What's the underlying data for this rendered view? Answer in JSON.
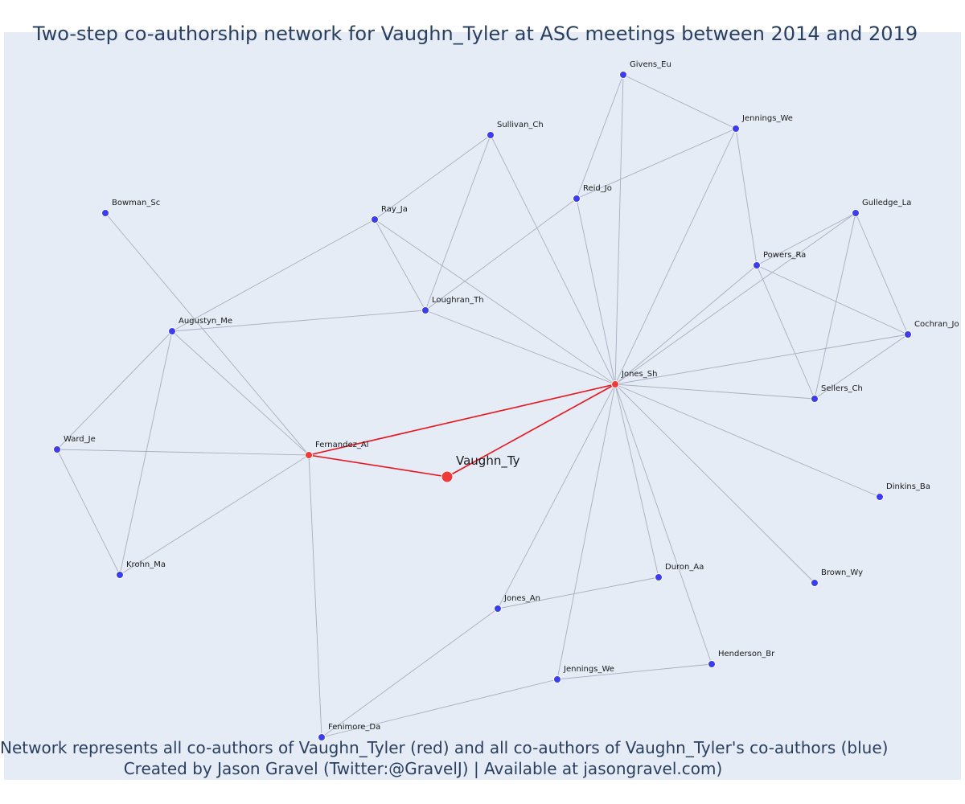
{
  "title": "Two-step co-authorship network for Vaughn_Tyler at ASC meetings between 2014 and 2019",
  "footer": {
    "line1": "Network represents all co-authors of Vaughn_Tyler (red) and all co-authors of Vaughn_Tyler's co-authors (blue)",
    "line2": "Created by Jason Gravel (Twitter:@GravelJ) | Available at jasongravel.com)"
  },
  "colors": {
    "background": "#e5ecf6",
    "edge": "#a9aec0",
    "focal_edge": "#e8141c",
    "coauthor_node": "#f03a3a",
    "second_step_node": "#3d3df0",
    "text": "#2a3f5f"
  },
  "nodes": [
    {
      "id": "Vaughn_Ty",
      "label": "Vaughn_Ty",
      "group": "focal"
    },
    {
      "id": "Jones_Sh",
      "label": "Jones_Sh",
      "group": "coauthor"
    },
    {
      "id": "Fernandez_Al",
      "label": "Fernandez_Al",
      "group": "coauthor"
    },
    {
      "id": "Givens_Eu",
      "label": "Givens_Eu",
      "group": "second"
    },
    {
      "id": "Jennings_We_1",
      "label": "Jennings_We",
      "group": "second"
    },
    {
      "id": "Sullivan_Ch",
      "label": "Sullivan_Ch",
      "group": "second"
    },
    {
      "id": "Reid_Jo",
      "label": "Reid_Jo",
      "group": "second"
    },
    {
      "id": "Bowman_Sc",
      "label": "Bowman_Sc",
      "group": "second"
    },
    {
      "id": "Ray_Ja",
      "label": "Ray_Ja",
      "group": "second"
    },
    {
      "id": "Gulledge_La",
      "label": "Gulledge_La",
      "group": "second"
    },
    {
      "id": "Powers_Ra",
      "label": "Powers_Ra",
      "group": "second"
    },
    {
      "id": "Loughran_Th",
      "label": "Loughran_Th",
      "group": "second"
    },
    {
      "id": "Augustyn_Me",
      "label": "Augustyn_Me",
      "group": "second"
    },
    {
      "id": "Cochran_Jo",
      "label": "Cochran_Jo",
      "group": "second"
    },
    {
      "id": "Sellers_Ch",
      "label": "Sellers_Ch",
      "group": "second"
    },
    {
      "id": "Ward_Je",
      "label": "Ward_Je",
      "group": "second"
    },
    {
      "id": "Dinkins_Ba",
      "label": "Dinkins_Ba",
      "group": "second"
    },
    {
      "id": "Krohn_Ma",
      "label": "Krohn_Ma",
      "group": "second"
    },
    {
      "id": "Duron_Aa",
      "label": "Duron_Aa",
      "group": "second"
    },
    {
      "id": "Brown_Wy",
      "label": "Brown_Wy",
      "group": "second"
    },
    {
      "id": "Jones_An",
      "label": "Jones_An",
      "group": "second"
    },
    {
      "id": "Henderson_Br",
      "label": "Henderson_Br",
      "group": "second"
    },
    {
      "id": "Jennings_We_2",
      "label": "Jennings_We",
      "group": "second"
    },
    {
      "id": "Fenimore_Da",
      "label": "Fenimore_Da",
      "group": "second"
    }
  ],
  "edges": [
    [
      "Vaughn_Ty",
      "Jones_Sh"
    ],
    [
      "Vaughn_Ty",
      "Fernandez_Al"
    ],
    [
      "Fernandez_Al",
      "Jones_Sh"
    ],
    [
      "Givens_Eu",
      "Jennings_We_1"
    ],
    [
      "Givens_Eu",
      "Reid_Jo"
    ],
    [
      "Givens_Eu",
      "Jones_Sh"
    ],
    [
      "Jennings_We_1",
      "Reid_Jo"
    ],
    [
      "Jennings_We_1",
      "Powers_Ra"
    ],
    [
      "Jennings_We_1",
      "Jones_Sh"
    ],
    [
      "Sullivan_Ch",
      "Ray_Ja"
    ],
    [
      "Sullivan_Ch",
      "Loughran_Th"
    ],
    [
      "Sullivan_Ch",
      "Jones_Sh"
    ],
    [
      "Reid_Jo",
      "Loughran_Th"
    ],
    [
      "Reid_Jo",
      "Jones_Sh"
    ],
    [
      "Bowman_Sc",
      "Fernandez_Al"
    ],
    [
      "Ray_Ja",
      "Augustyn_Me"
    ],
    [
      "Ray_Ja",
      "Loughran_Th"
    ],
    [
      "Ray_Ja",
      "Jones_Sh"
    ],
    [
      "Gulledge_La",
      "Powers_Ra"
    ],
    [
      "Gulledge_La",
      "Cochran_Jo"
    ],
    [
      "Gulledge_La",
      "Sellers_Ch"
    ],
    [
      "Gulledge_La",
      "Jones_Sh"
    ],
    [
      "Powers_Ra",
      "Cochran_Jo"
    ],
    [
      "Powers_Ra",
      "Sellers_Ch"
    ],
    [
      "Powers_Ra",
      "Jones_Sh"
    ],
    [
      "Loughran_Th",
      "Augustyn_Me"
    ],
    [
      "Loughran_Th",
      "Jones_Sh"
    ],
    [
      "Augustyn_Me",
      "Ward_Je"
    ],
    [
      "Augustyn_Me",
      "Krohn_Ma"
    ],
    [
      "Augustyn_Me",
      "Fernandez_Al"
    ],
    [
      "Cochran_Jo",
      "Sellers_Ch"
    ],
    [
      "Cochran_Jo",
      "Jones_Sh"
    ],
    [
      "Sellers_Ch",
      "Jones_Sh"
    ],
    [
      "Ward_Je",
      "Fernandez_Al"
    ],
    [
      "Ward_Je",
      "Krohn_Ma"
    ],
    [
      "Krohn_Ma",
      "Fernandez_Al"
    ],
    [
      "Dinkins_Ba",
      "Jones_Sh"
    ],
    [
      "Brown_Wy",
      "Jones_Sh"
    ],
    [
      "Duron_Aa",
      "Jones_Sh"
    ],
    [
      "Duron_Aa",
      "Jones_An"
    ],
    [
      "Jones_An",
      "Jones_Sh"
    ],
    [
      "Jones_An",
      "Fenimore_Da"
    ],
    [
      "Henderson_Br",
      "Jones_Sh"
    ],
    [
      "Henderson_Br",
      "Jennings_We_2"
    ],
    [
      "Jennings_We_2",
      "Jones_Sh"
    ],
    [
      "Jennings_We_2",
      "Fenimore_Da"
    ],
    [
      "Fenimore_Da",
      "Fernandez_Al"
    ]
  ]
}
